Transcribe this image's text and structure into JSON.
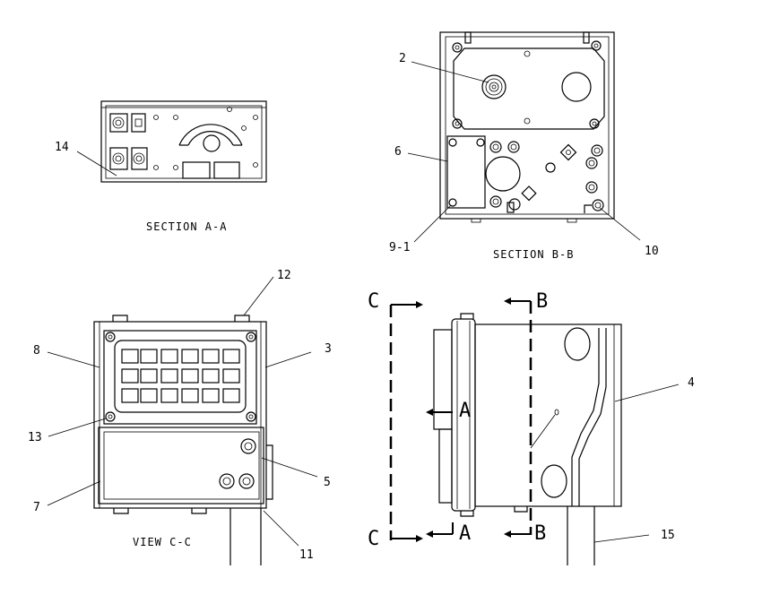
{
  "captions": {
    "section_a": "SECTION A-A",
    "section_b": "SECTION B-B",
    "view_c": "VIEW C-C"
  },
  "callouts": {
    "c2": "2",
    "c3": "3",
    "c4": "4",
    "c5": "5",
    "c6": "6",
    "c7": "7",
    "c8": "8",
    "c9_1": "9-1",
    "c10": "10",
    "c11": "11",
    "c12": "12",
    "c13": "13",
    "c14": "14",
    "c15": "15"
  },
  "section_markers": {
    "c_top": "C",
    "c_bottom": "C",
    "b_top": "B",
    "b_bottom": "B",
    "a_mid": "A",
    "a_bottom": "A"
  }
}
